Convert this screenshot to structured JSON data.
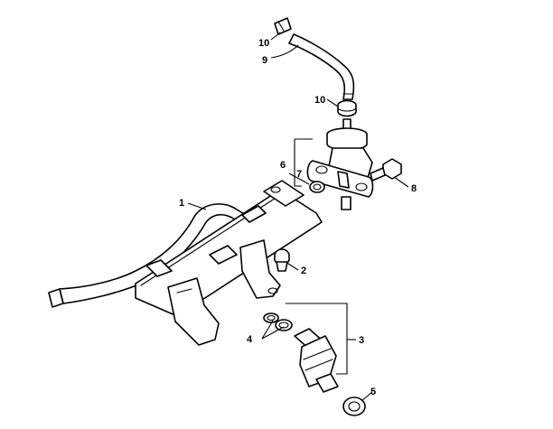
{
  "diagram": {
    "callouts": [
      {
        "id": "1",
        "text": "1"
      },
      {
        "id": "2",
        "text": "2"
      },
      {
        "id": "3",
        "text": "3"
      },
      {
        "id": "4",
        "text": "4"
      },
      {
        "id": "5",
        "text": "5"
      },
      {
        "id": "6",
        "text": "6"
      },
      {
        "id": "7",
        "text": "7"
      },
      {
        "id": "8",
        "text": "8"
      },
      {
        "id": "9",
        "text": "9"
      },
      {
        "id": "10a",
        "text": "10"
      },
      {
        "id": "10b",
        "text": "10"
      }
    ],
    "colors": {
      "line": "#000000",
      "background": "#ffffff"
    }
  }
}
